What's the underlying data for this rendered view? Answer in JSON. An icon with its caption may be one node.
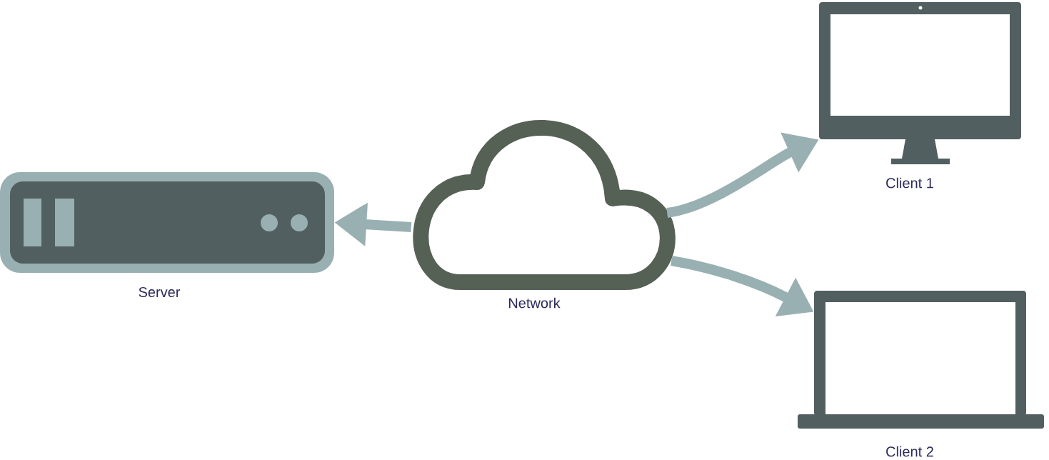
{
  "diagram": {
    "nodes": [
      {
        "text": [
          "Server"
        ]
      },
      {
        "text": [
          "Network"
        ]
      },
      {
        "text": [
          "Client 1"
        ]
      },
      {
        "text": [
          "Client 2"
        ]
      }
    ],
    "edges": [
      {
        "from": 1,
        "to": 0,
        "arrow": "to"
      },
      {
        "from": 1,
        "to": 2,
        "arrow": "to"
      },
      {
        "from": 1,
        "to": 3,
        "arrow": "to"
      }
    ]
  }
}
